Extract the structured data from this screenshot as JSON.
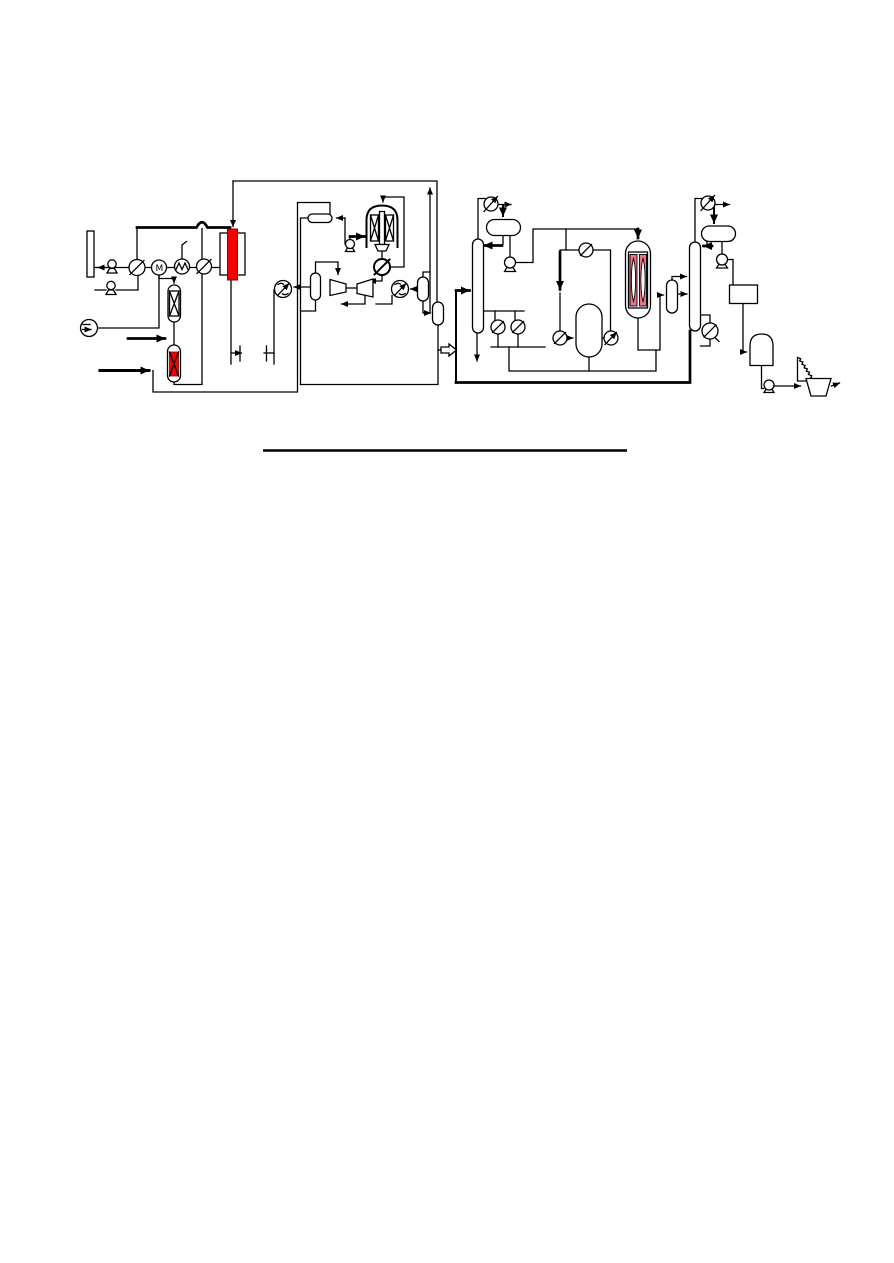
{
  "page": {
    "background": "#ffffff",
    "kind": "process-flow-diagram"
  },
  "diagram": {
    "mixer_label": "M",
    "caption_rule_present": true,
    "equipment_names": [
      "feed-battery-limit",
      "feed-pump",
      "spare-pump",
      "preheat-exchanger-1",
      "mixer",
      "fired-heater",
      "preheat-exchanger-2",
      "highlighted-column",
      "recycle-blower",
      "packed-guard-bed",
      "highlighted-packed-vessel",
      "seal-leg-1",
      "seal-leg-2",
      "flash-drum-small",
      "knockout-drum",
      "air-cooler-1",
      "compressor",
      "expander",
      "reactor-converter",
      "reactor-feed-pump",
      "reactor-effluent-exchanger",
      "air-cooler-2",
      "separator-a",
      "separator-b",
      "product-open-arrow",
      "column-1",
      "condenser-1",
      "reflux-drum-1",
      "reflux-pump-1",
      "reboiler-circle-1",
      "reboiler-circle-2",
      "interchanger",
      "feed-effluent-exchanger",
      "surge-drum",
      "heater-circle",
      "tubular-reactor-highlighted",
      "side-drum",
      "column-2",
      "condenser-2",
      "reflux-drum-2",
      "reflux-pump-2",
      "package-box",
      "dome-vessel",
      "transfer-pump",
      "prill-screen",
      "solids-hopper",
      "reboiler-2"
    ]
  },
  "colors": {
    "line": "#000000",
    "highlight_red": "#f40000",
    "highlight_red_edge": "#8a0000",
    "highlight_pink": "#ee7585",
    "rule": "#000000"
  }
}
